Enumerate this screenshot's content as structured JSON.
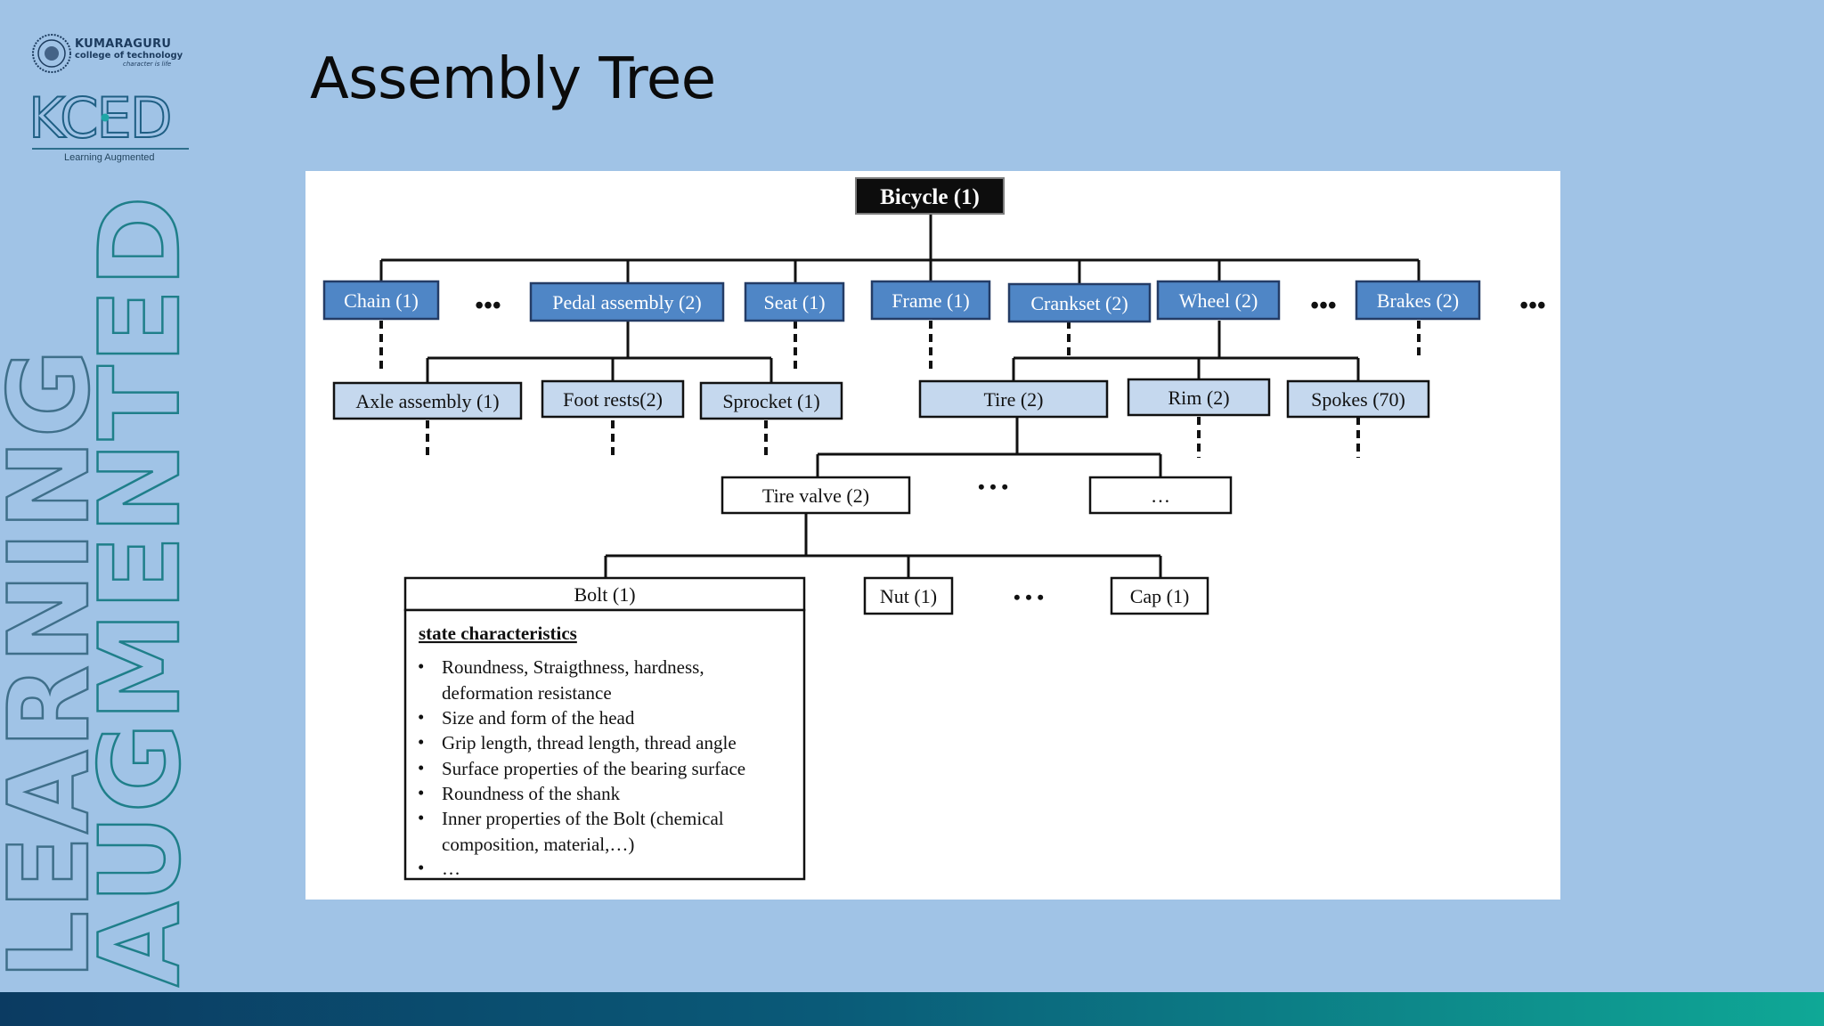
{
  "page": {
    "title": "Assembly Tree"
  },
  "branding": {
    "org_name": "KUMARAGURU",
    "org_subtitle": "college of technology",
    "org_tagline": "character is life",
    "product": "KCED",
    "product_tagline": "Learning Augmented",
    "side_word_1": "LEARNING",
    "side_word_2": "AUGMENTED"
  },
  "colors": {
    "background": "#a0c3e6",
    "level1_fill": "#4f86c6",
    "level2_fill": "#c5d8ee",
    "root_fill": "#0d0d0d",
    "bar_start": "#0b3b62",
    "bar_end": "#0fa896"
  },
  "tree": {
    "root": "Bicycle  (1)",
    "level1": [
      "Chain (1)",
      "Pedal assembly (2)",
      "Seat (1)",
      "Frame (1)",
      "Crankset (2)",
      "Wheel (2)",
      "Brakes (2)"
    ],
    "level1_ellipsis": "•••",
    "level2_pedal": [
      "Axle assembly (1)",
      "Foot rests(2)",
      "Sprocket (1)"
    ],
    "level2_wheel": [
      "Tire  (2)",
      "Rim (2)",
      "Spokes (70)"
    ],
    "level3": [
      "Tire  valve (2)",
      "…"
    ],
    "level4": [
      "Bolt (1)",
      "Nut (1)",
      "Cap (1)"
    ],
    "mid_ellipsis": "•   •   •",
    "bolt_details": {
      "heading": "state characteristics",
      "lines": [
        "Roundness, Straigthness, hardness,",
        "deformation resistance",
        "Size and form of the head",
        "Grip length, thread length, thread angle",
        "Surface properties of the bearing surface",
        "Roundness of the shank",
        "Inner properties of the Bolt (chemical",
        "composition, material,…)",
        "…"
      ],
      "bullet": "•"
    }
  }
}
